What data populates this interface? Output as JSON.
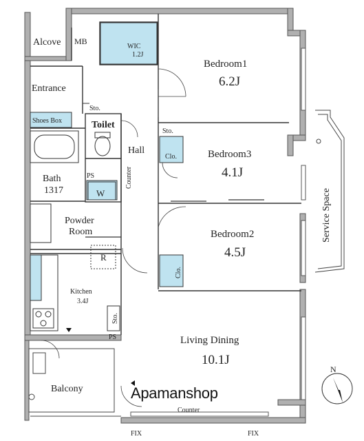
{
  "rooms": {
    "alcove": "Alcove",
    "mb": "MB",
    "wic": "WIC",
    "wic_size": "1.2J",
    "entrance": "Entrance",
    "sto_entrance": "Sto.",
    "shoes_box": "Shoes Box",
    "toilet": "Toilet",
    "hall": "Hall",
    "counter_hall": "Counter",
    "bath": "Bath",
    "bath_size": "1317",
    "ps1": "PS",
    "w": "W",
    "powder": "Powder",
    "powder_room": "Room",
    "r": "R",
    "kitchen": "Kitchen",
    "kitchen_size": "3.4J",
    "sto_kitchen": "Sto.",
    "ps2": "PS",
    "bedroom1": "Bedroom1",
    "bedroom1_size": "6.2J",
    "sto_bed3": "Sto.",
    "clo_bed3": "Clo.",
    "bedroom3": "Bedroom3",
    "bedroom3_size": "4.1J",
    "bedroom2": "Bedroom2",
    "bedroom2_size": "4.5J",
    "clo_bed2": "Clo.",
    "living": "Living Dining",
    "living_size": "10.1J",
    "balcony": "Balcony",
    "counter_bottom": "Counter",
    "fix1": "FIX",
    "fix2": "FIX",
    "service_space": "Service Space",
    "north": "N"
  },
  "brand": "Apamanshop",
  "colors": {
    "wall": "#a9a9a9",
    "line": "#333333",
    "storage": "#bfe3f0"
  }
}
